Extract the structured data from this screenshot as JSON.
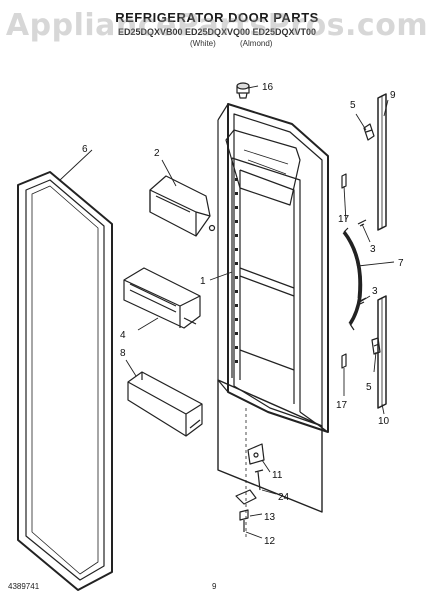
{
  "header": {
    "title": "REFRIGERATOR DOOR PARTS",
    "models": "ED25DQXVB00   ED25DQXVQ00   ED25DQXVT00",
    "color_white": "(White)",
    "color_almond": "(Almond)"
  },
  "watermark": "AppliancePartsPros.com",
  "callouts": [
    {
      "id": "16",
      "label": "16"
    },
    {
      "id": "5a",
      "label": "5"
    },
    {
      "id": "9",
      "label": "9"
    },
    {
      "id": "6",
      "label": "6"
    },
    {
      "id": "2",
      "label": "2"
    },
    {
      "id": "17a",
      "label": "17"
    },
    {
      "id": "3a",
      "label": "3"
    },
    {
      "id": "1",
      "label": "1"
    },
    {
      "id": "7",
      "label": "7"
    },
    {
      "id": "3b",
      "label": "3"
    },
    {
      "id": "4",
      "label": "4"
    },
    {
      "id": "8",
      "label": "8"
    },
    {
      "id": "5b",
      "label": "5"
    },
    {
      "id": "17b",
      "label": "17"
    },
    {
      "id": "10",
      "label": "10"
    },
    {
      "id": "11",
      "label": "11"
    },
    {
      "id": "24",
      "label": "24"
    },
    {
      "id": "13",
      "label": "13"
    },
    {
      "id": "12",
      "label": "12"
    }
  ],
  "footer": {
    "doc_number": "4389741",
    "page_number": "9"
  }
}
